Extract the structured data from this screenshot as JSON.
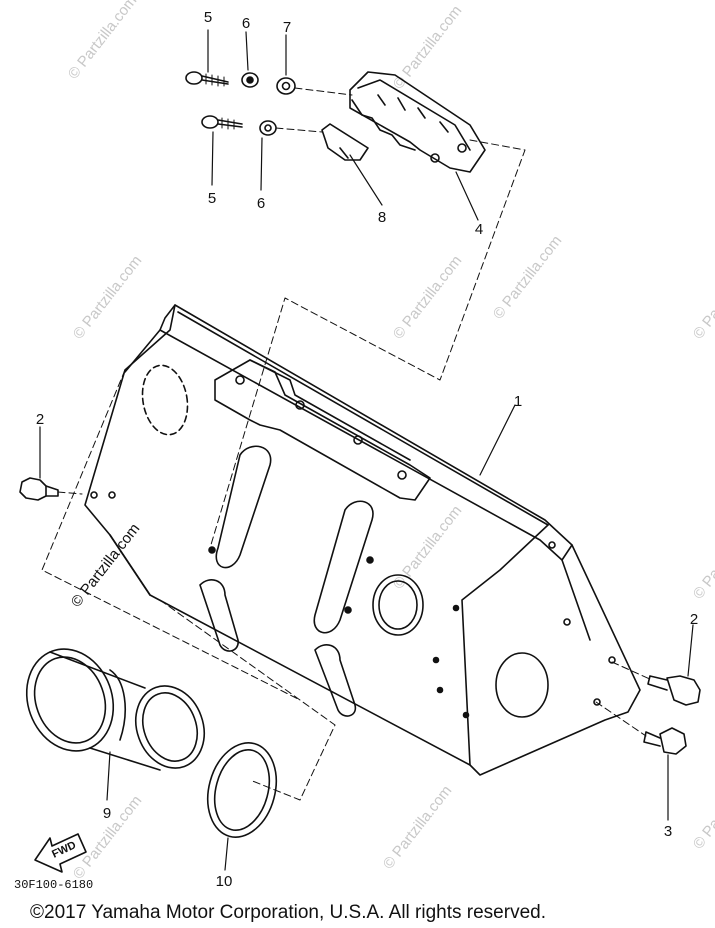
{
  "watermark": {
    "text": "© Partzilla.com"
  },
  "callouts": [
    {
      "id": "5a",
      "label": "5"
    },
    {
      "id": "6a",
      "label": "6"
    },
    {
      "id": "7",
      "label": "7"
    },
    {
      "id": "5b",
      "label": "5"
    },
    {
      "id": "6b",
      "label": "6"
    },
    {
      "id": "8",
      "label": "8"
    },
    {
      "id": "4",
      "label": "4"
    },
    {
      "id": "1",
      "label": "1"
    },
    {
      "id": "2a",
      "label": "2"
    },
    {
      "id": "2b",
      "label": "2"
    },
    {
      "id": "3",
      "label": "3"
    },
    {
      "id": "9",
      "label": "9"
    },
    {
      "id": "10",
      "label": "10"
    }
  ],
  "fwd_label": "FWD",
  "part_code": "30F100-6180",
  "copyright": "©2017  Yamaha Motor Corporation, U.S.A. All rights reserved.",
  "colors": {
    "line": "#111111",
    "watermark": "#c8c8c8",
    "background": "#ffffff"
  }
}
